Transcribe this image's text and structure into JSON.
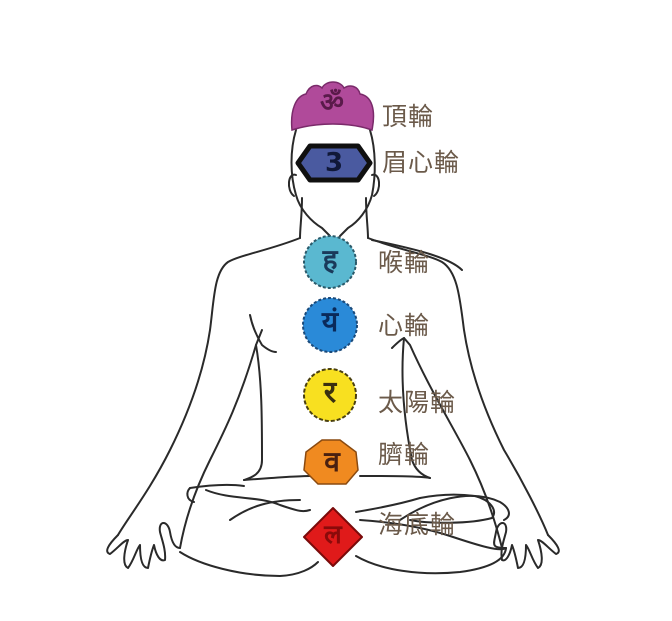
{
  "diagram": {
    "title": "",
    "figure": "seated-meditating-figure",
    "outline_color": "#2a2a2a",
    "label_color": "#6b5a4a",
    "chakras": [
      {
        "id": "crown",
        "label": "頂輪",
        "symbol": "ॐ",
        "fill": "#b04a9a",
        "stroke": "#7a2a6a",
        "symbol_color": "#5a1a4a",
        "shape": "lotus"
      },
      {
        "id": "third-eye",
        "label": "眉心輪",
        "symbol": "3",
        "fill": "#4a5aa0",
        "stroke": "#101010",
        "symbol_color": "#101838",
        "shape": "hexagon"
      },
      {
        "id": "throat",
        "label": "喉輪",
        "symbol": "ह",
        "fill": "#5ab8d0",
        "stroke": "#2a5a6a",
        "symbol_color": "#1a3a5a",
        "shape": "star"
      },
      {
        "id": "heart",
        "label": "心輪",
        "symbol": "यं",
        "fill": "#2a8ad8",
        "stroke": "#1a4a7a",
        "symbol_color": "#0a2a5a",
        "shape": "star"
      },
      {
        "id": "solar-plexus",
        "label": "太陽輪",
        "symbol": "र",
        "fill": "#f8e020",
        "stroke": "#4a4010",
        "symbol_color": "#3a3010",
        "shape": "star"
      },
      {
        "id": "sacral",
        "label": "臍輪",
        "symbol": "व",
        "fill": "#f08a20",
        "stroke": "#8a4a10",
        "symbol_color": "#4a2010",
        "shape": "octagon"
      },
      {
        "id": "root",
        "label": "海底輪",
        "symbol": "ल",
        "fill": "#e01a1a",
        "stroke": "#7a0a0a",
        "symbol_color": "#8a0a0a",
        "shape": "square"
      }
    ]
  }
}
